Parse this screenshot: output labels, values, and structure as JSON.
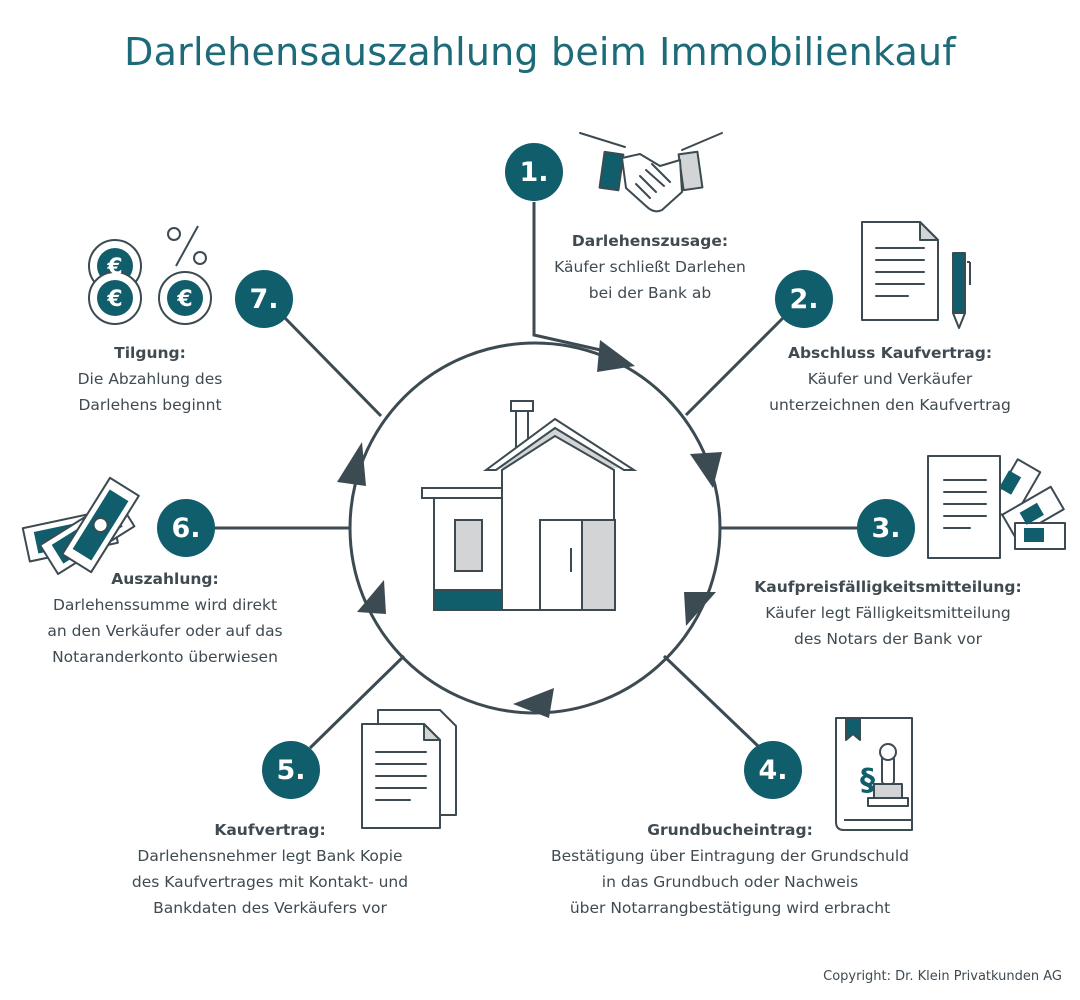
{
  "title": "Darlehensauszahlung beim Immobilienkauf",
  "copyright": "Copyright: Dr. Klein Privatkunden AG",
  "colors": {
    "teal": "#105d6b",
    "title_teal": "#1d6b78",
    "line": "#3c4a52",
    "grey": "#d2d4d5"
  },
  "steps": [
    {
      "number": "1.",
      "heading": "Darlehenszusage:",
      "text": "Käufer schließt Darlehen\nbei der Bank ab",
      "icon": "handshake-icon"
    },
    {
      "number": "2.",
      "heading": "Abschluss Kaufvertrag:",
      "text": "Käufer und Verkäufer\nunterzeichnen den Kaufvertrag",
      "icon": "contract-pen-icon"
    },
    {
      "number": "3.",
      "heading": "Kaufpreisfälligkeitsmitteilung:",
      "text": "Käufer legt Fälligkeitsmitteilung\ndes Notars der Bank vor",
      "icon": "document-money-icon"
    },
    {
      "number": "4.",
      "heading": "Grundbucheintrag:",
      "text": "Bestätigung über Eintragung der Grundschuld\nin das Grundbuch oder Nachweis\nüber Notarrangbestätigung wird erbracht",
      "icon": "land-register-stamp-icon"
    },
    {
      "number": "5.",
      "heading": "Kaufvertrag:",
      "text": "Darlehensnehmer legt Bank Kopie\ndes Kaufvertrages mit Kontakt- und\nBankdaten des Verkäufers vor",
      "icon": "documents-copy-icon"
    },
    {
      "number": "6.",
      "heading": "Auszahlung:",
      "text": "Darlehenssumme wird direkt\nan den Verkäufer oder auf das\nNotaranderkonto überwiesen",
      "icon": "banknotes-icon"
    },
    {
      "number": "7.",
      "heading": "Tilgung:",
      "text": "Die Abzahlung des\nDarlehens beginnt",
      "icon": "euro-coins-percent-icon"
    }
  ]
}
